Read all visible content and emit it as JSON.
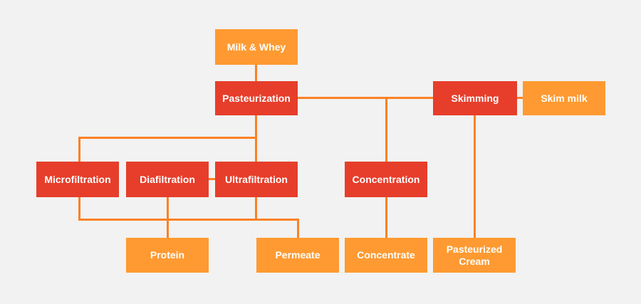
{
  "nodes": {
    "milk_whey": "Milk & Whey",
    "pasteurization": "Pasteurization",
    "skimming": "Skimming",
    "skim_milk": "Skim milk",
    "microfiltration": "Microfiltration",
    "diafiltration": "Diafiltration",
    "ultrafiltration": "Ultrafiltration",
    "concentration": "Concentration",
    "protein": "Protein",
    "permeate": "Permeate",
    "concentrate": "Concentrate",
    "pasteurized_cream": "Pasteurized Cream"
  },
  "colors": {
    "background": "#f2f2f2",
    "process": "#e63e2b",
    "product": "#fe9a31",
    "connector": "#fb8126"
  }
}
